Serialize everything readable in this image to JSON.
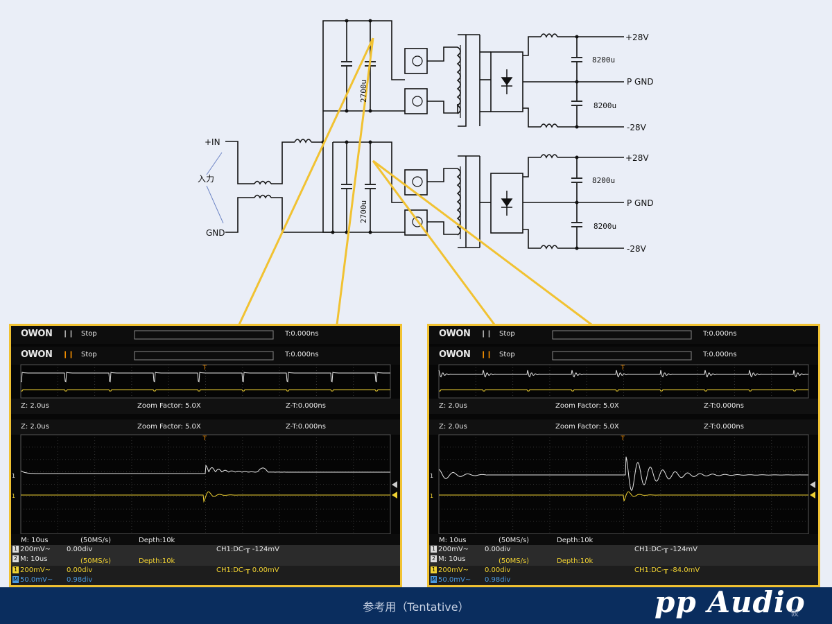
{
  "schematic": {
    "input_plus": "+IN",
    "input_jp": "入力",
    "input_gnd": "GND",
    "cap_primary": "2700u",
    "cap_secondary": "8200u",
    "out_pos": "+28V",
    "out_gnd": "P GND",
    "out_neg": "-28V"
  },
  "scopes": [
    {
      "brand": "OWON",
      "run_state": "Stop",
      "trigger_time": "T:0.000ns",
      "zoom_timebase": "Z: 2.0us",
      "zoom_factor": "Zoom Factor: 5.0X",
      "zoom_offset": "Z-T:0.000ns",
      "main_timebase": "M: 10us",
      "sample_rate": "(50MS/s)",
      "depth": "Depth:10k",
      "trigger_info_main": "CH1:DC-┰ -124mV",
      "trigger_info_overlay": "CH1:DC-┰ 0.00mV",
      "ch1_scale": "200mV~",
      "ch1_pos": "0.00div",
      "ch2_scale": "200mV~",
      "ch2_pos": "0.00div",
      "ch3_scale": "50.0mV~",
      "ch3_pos": "0.98div"
    },
    {
      "brand": "OWON",
      "run_state": "Stop",
      "trigger_time": "T:0.000ns",
      "zoom_timebase": "Z: 2.0us",
      "zoom_factor": "Zoom Factor: 5.0X",
      "zoom_offset": "Z-T:0.000ns",
      "main_timebase": "M: 10us",
      "sample_rate": "(50MS/s)",
      "depth": "Depth:10k",
      "trigger_info_main": "CH1:DC-┰ -124mV",
      "trigger_info_overlay": "CH1:DC-┰ -84.0mV",
      "ch1_scale": "200mV~",
      "ch1_pos": "0.00div",
      "ch2_scale": "200mV~",
      "ch2_pos": "0.00div",
      "ch3_scale": "50.0mV~",
      "ch3_pos": "0.98div"
    }
  ],
  "footer": {
    "text": "参考用（Tentative）",
    "brand": "pp Audio",
    "brand_sub": "仮"
  },
  "colors": {
    "callout": "#f1c232",
    "footer_bg": "#0a2d5e",
    "trace_ch1": "#e6e6e6",
    "trace_ch2": "#f1d232"
  }
}
